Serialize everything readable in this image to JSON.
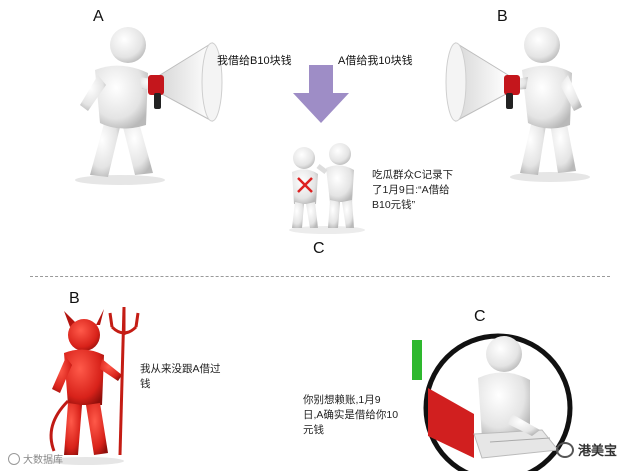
{
  "top": {
    "label_a": "A",
    "label_b": "B",
    "speech_a": "我借给B10块钱",
    "speech_b": "A借给我10块钱",
    "label_c": "C",
    "crowd_note": "吃瓜群众C记录下了1月9日:“A借给B10元钱”"
  },
  "bottom": {
    "label_b": "B",
    "devil_speech": "我从来没跟A借过钱",
    "label_c": "C",
    "c_speech": "你别想赖账,1月9日,A确实是借给你10元钱"
  },
  "footer": {
    "watermark_left": "大数据库",
    "brand_right": "港美宝"
  },
  "colors": {
    "arrow": "#9e8dc6",
    "megaphone_red": "#c4161c",
    "devil_red": "#d8221a",
    "laptop_red": "#d11f1f",
    "ring": "#111111",
    "green_accent": "#2eb82e"
  }
}
